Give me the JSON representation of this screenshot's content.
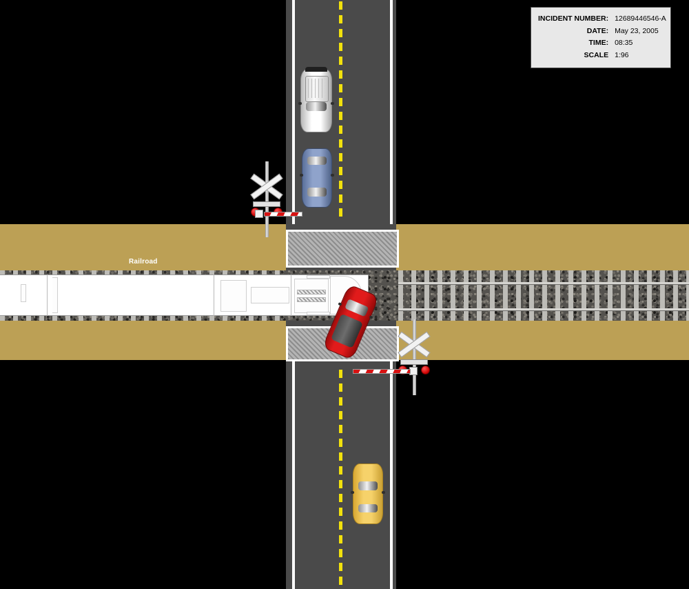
{
  "diagram": {
    "type": "traffic-collision-diagram",
    "title_block": {
      "rows": [
        {
          "label": "INCIDENT NUMBER:",
          "value": "12689446546-A"
        },
        {
          "label": "DATE:",
          "value": "May 23, 2005"
        },
        {
          "label": "TIME:",
          "value": "08:35"
        },
        {
          "label": "SCALE",
          "value": "1:96"
        }
      ]
    },
    "labels": {
      "railroad": "Railroad"
    },
    "colors": {
      "ground": "#bca055",
      "road": "#4a4a4a",
      "road_edge_line": "#ffffff",
      "center_line": "#f2e10c",
      "ballast": "#54524e",
      "rail": "#d5d4d0",
      "tie": "#bdbcb7",
      "crossing_pad": "#9c9c9c",
      "signal_lamp": "#cc0000",
      "gate_stripe": "#d81212",
      "info_box_bg": "#e8e8e8",
      "background": "#000000"
    },
    "vehicles": [
      {
        "name": "white-pickup-truck",
        "color": "#ffffff",
        "heading": "southbound",
        "lane": "northbound-lane-west"
      },
      {
        "name": "blue-sedan",
        "color": "#8fa3cb",
        "heading": "southbound",
        "lane": "northbound-lane-west"
      },
      {
        "name": "red-sedan-involved",
        "color": "#e11b1b",
        "heading": "southbound",
        "rotation_deg": 23,
        "position": "on-crossing-struck-by-train"
      },
      {
        "name": "yellow-sedan",
        "color": "#f6d26a",
        "heading": "northbound",
        "lane": "southbound-lane-east"
      }
    ],
    "train": {
      "name": "locomotive",
      "color": "#ffffff",
      "direction": "eastbound",
      "position": "at-crossing"
    },
    "signals": [
      {
        "name": "crossing-signal-north",
        "gate": "lowered",
        "gate_side": "right",
        "lamps": 2
      },
      {
        "name": "crossing-signal-south",
        "gate": "lowered",
        "gate_side": "left",
        "lamps": 2
      }
    ]
  }
}
